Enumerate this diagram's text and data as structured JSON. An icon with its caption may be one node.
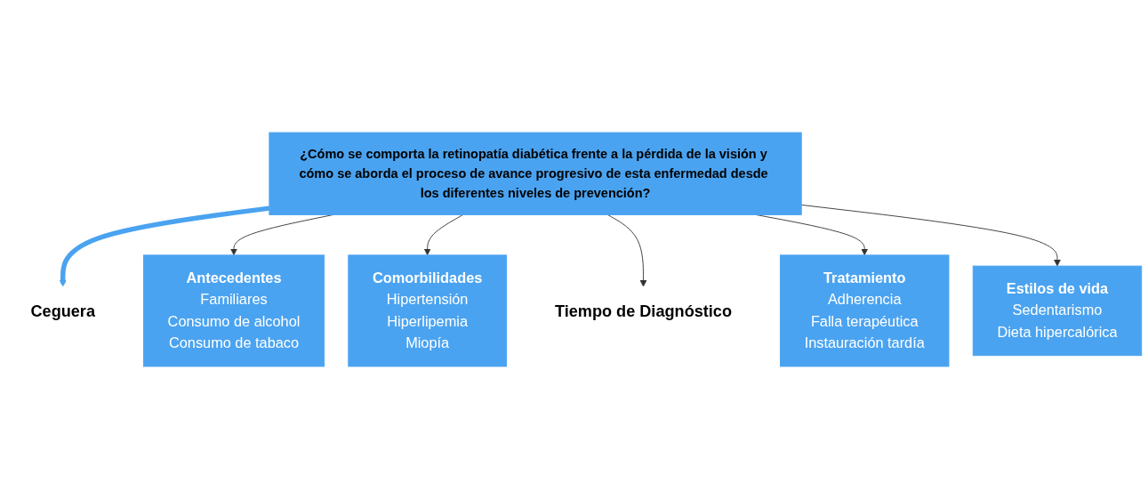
{
  "diagram": {
    "nodes": [
      {
        "text": [
          "Ceguera"
        ]
      },
      {
        "text": [
          "¿Cómo se comporta la retinopatía diabética frente a la pérdida de la visión y cómo se aborda el proceso de avance progresivo de esta enfermedad desde los diferentes niveles de prevención?"
        ]
      },
      {
        "text": [
          "Antecedentes",
          "Familiares",
          "Consumo de alcohol",
          "Consumo de tabaco"
        ]
      },
      {
        "text": [
          "Comorbilidades",
          "Hipertensión",
          "Hiperlipemia",
          "Miopía"
        ]
      },
      {
        "text": [
          "Tiempo de Diagnóstico"
        ]
      },
      {
        "text": [
          "Tratamiento",
          "Adherencia",
          "Falla terapéutica",
          "Instauración tardía"
        ]
      },
      {
        "text": [
          "Estilos de vida",
          "Sedentarismo",
          "Dieta hipercalórica"
        ]
      }
    ],
    "edges": [
      {
        "from": 1,
        "to": 0,
        "arrow": "to",
        "style": "thick",
        "color": "#4aa3f0"
      },
      {
        "from": 1,
        "to": 2,
        "arrow": "to"
      },
      {
        "from": 1,
        "to": 3,
        "arrow": "to"
      },
      {
        "from": 1,
        "to": 4,
        "arrow": "to"
      },
      {
        "from": 1,
        "to": 5,
        "arrow": "to"
      },
      {
        "from": 1,
        "to": 6,
        "arrow": "to"
      }
    ]
  }
}
